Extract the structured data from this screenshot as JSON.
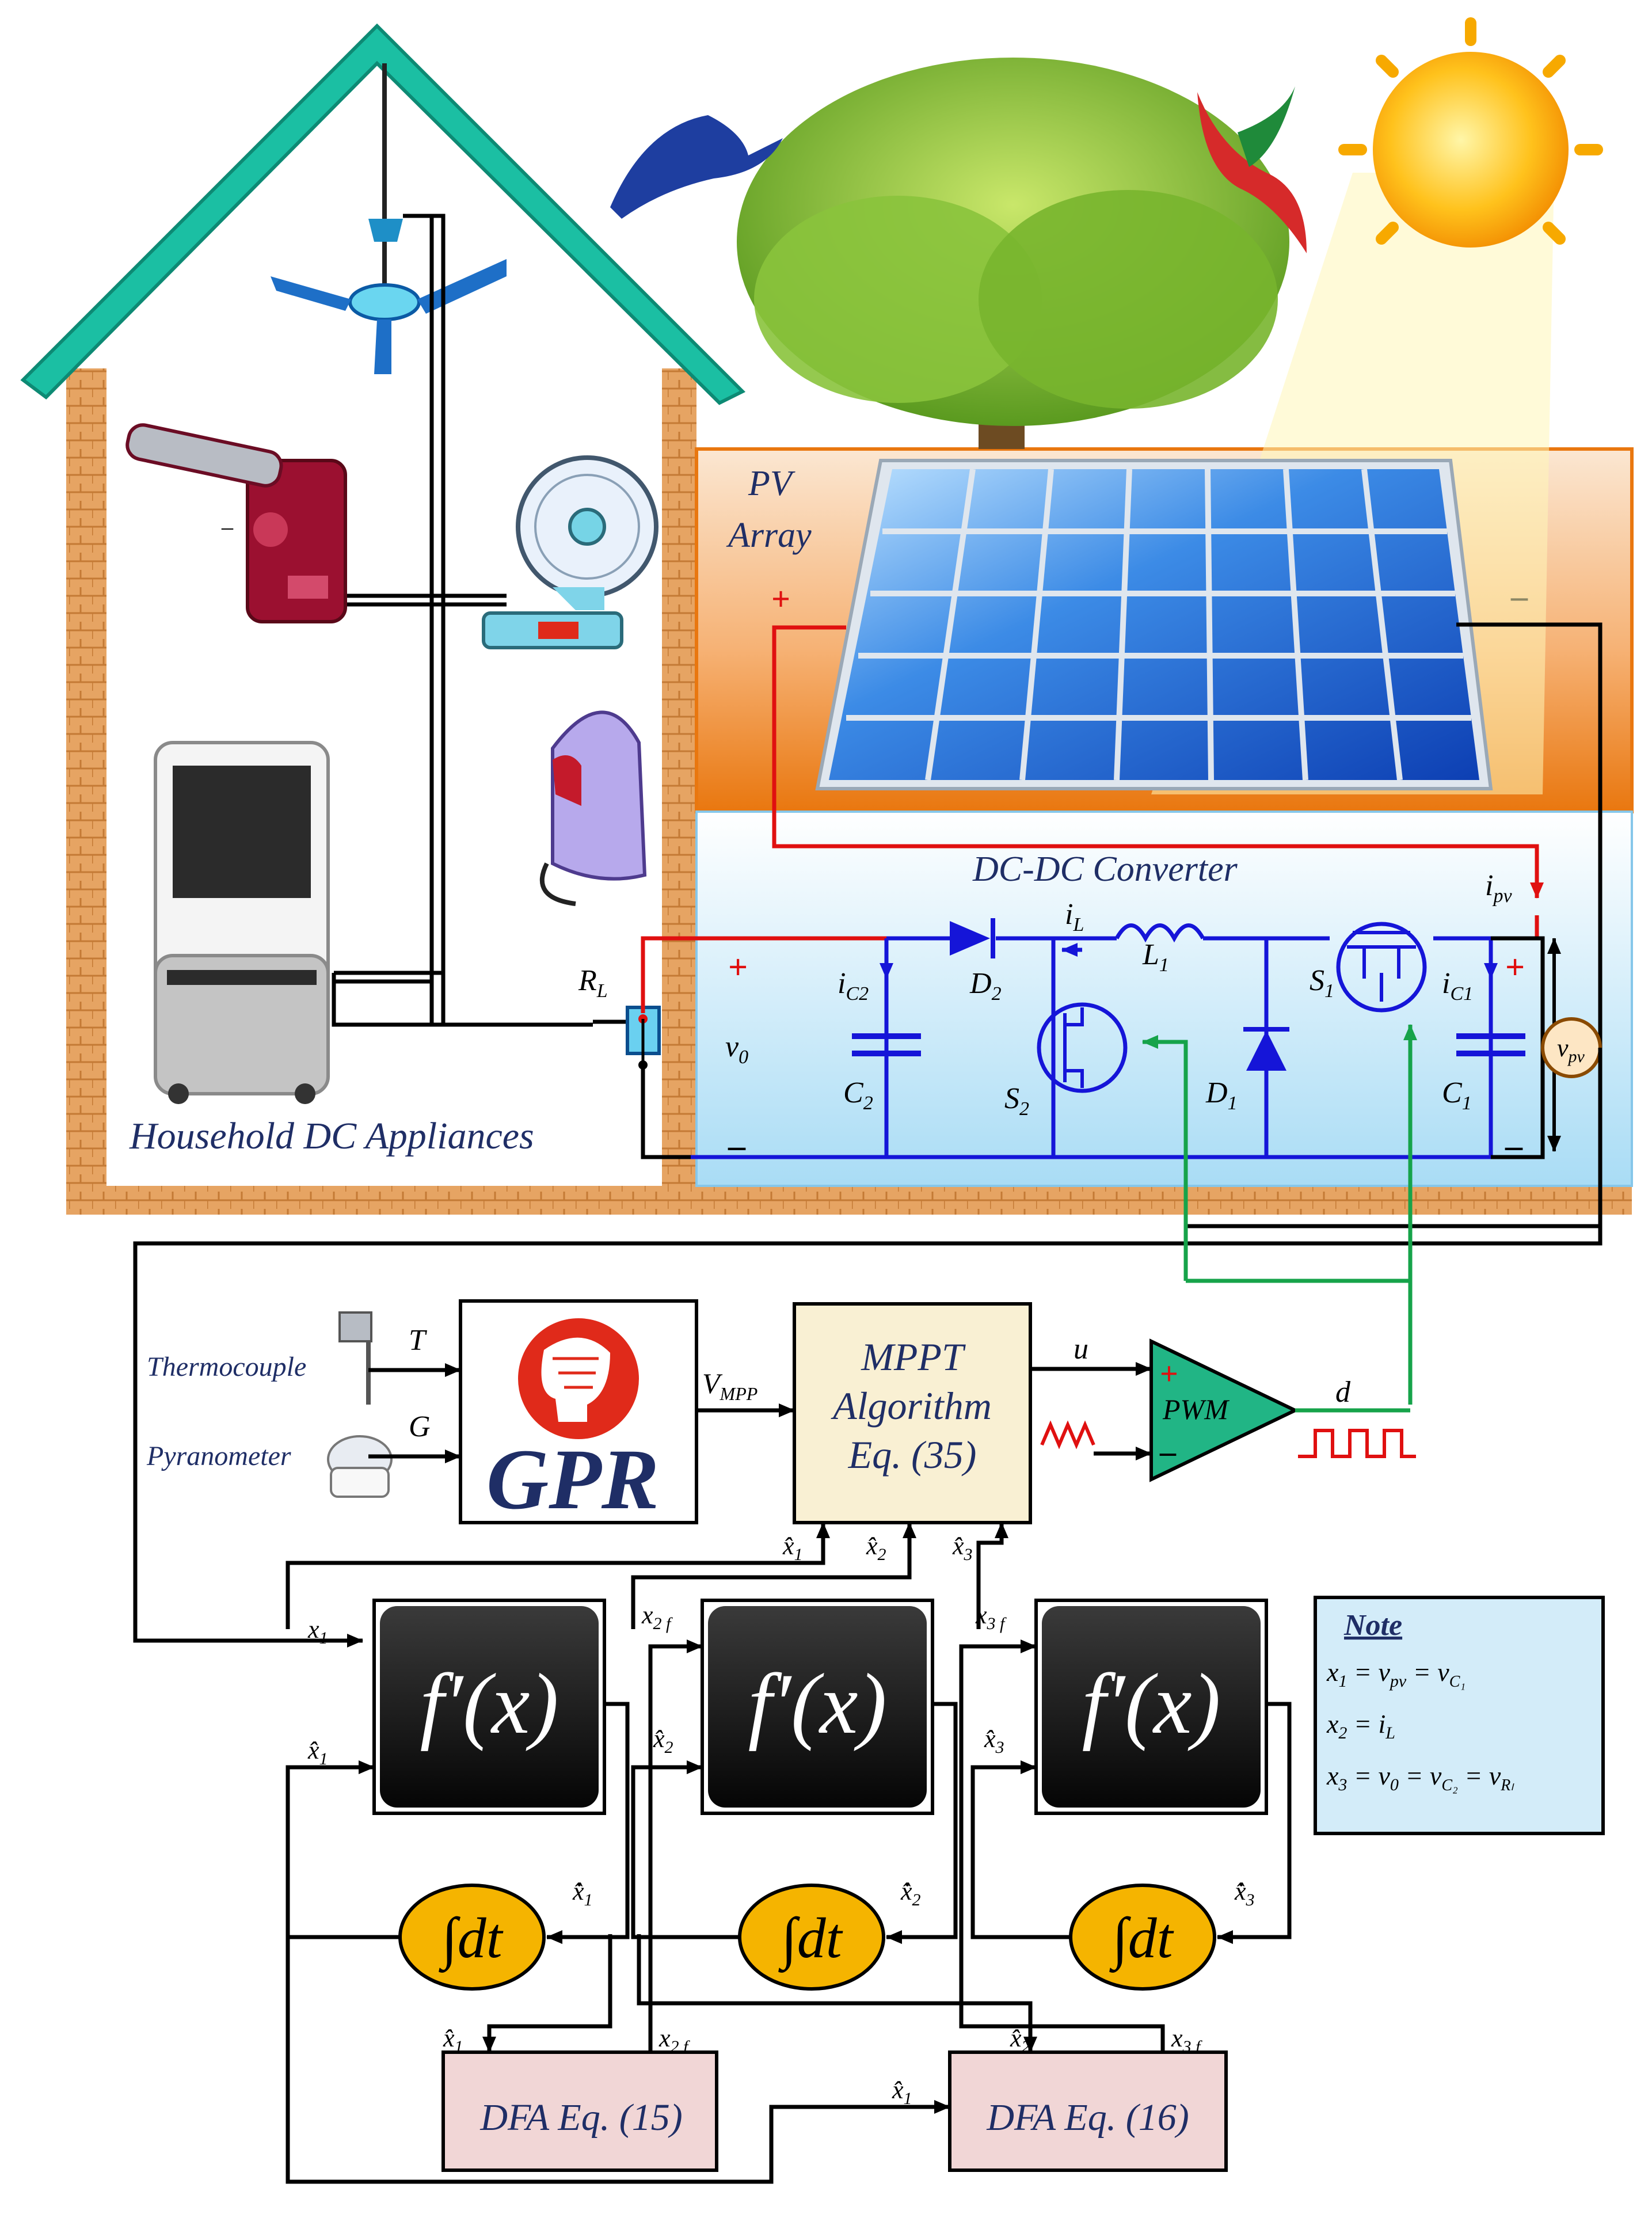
{
  "house": {
    "appliances_label": "Household DC Appliances",
    "load_label": "R",
    "load_sub": "L"
  },
  "pv": {
    "label_line1": "PV",
    "label_line2": "Array",
    "plus": "+",
    "minus": "–",
    "current_label": "i",
    "current_sub": "pv"
  },
  "converter": {
    "title": "DC-DC Converter",
    "components": {
      "D2": "D",
      "D2_sub": "2",
      "D1": "D",
      "D1_sub": "1",
      "L1": "L",
      "L1_sub": "1",
      "S1": "S",
      "S1_sub": "1",
      "S2": "S",
      "S2_sub": "2",
      "C1": "C",
      "C1_sub": "1",
      "C2": "C",
      "C2_sub": "2",
      "iL": "i",
      "iL_sub": "L",
      "iC1": "i",
      "iC1_sub": "C1",
      "iC2": "i",
      "iC2_sub": "C2",
      "v0": "v",
      "v0_sub": "0",
      "vpv": "v",
      "vpv_sub": "pv"
    },
    "plus": "+",
    "minus": "–"
  },
  "sensors": {
    "thermocouple": "Thermocouple",
    "pyranometer": "Pyranometer",
    "T": "T",
    "G": "G"
  },
  "gpr": {
    "label": "GPR",
    "output": "V",
    "output_sub": "MPP"
  },
  "mppt": {
    "line1": "MPPT",
    "line2": "Algorithm",
    "line3": "Eq. (35)",
    "output": "u"
  },
  "pwm": {
    "label": "PWM",
    "plus": "+",
    "minus": "–",
    "output": "d"
  },
  "observer": {
    "block_label": "f′(x)",
    "integrator_label": "∫dt",
    "x1": "x",
    "x1_sub": "1",
    "x2f": "x",
    "x2f_sub": "2 f",
    "x3f": "x",
    "x3f_sub": "3 f",
    "x1hat": "x̂",
    "x1hat_sub": "1",
    "x2hat": "x̂",
    "x2hat_sub": "2",
    "x3hat": "x̂",
    "x3hat_sub": "3",
    "x1hatdot": "x̂̇",
    "x2hatdot": "x̂̇",
    "x3hatdot": "x̂̇",
    "dfa15": "DFA Eq. (15)",
    "dfa16": "DFA Eq. (16)"
  },
  "note": {
    "title": "Note",
    "line1": {
      "a": "x",
      "a_sub": "1",
      "eq": " = v",
      "b_sub": "pv",
      "eq2": " = v",
      "c_sub": "C₁"
    },
    "line2": {
      "a": "x",
      "a_sub": "2",
      "eq": " = i",
      "b_sub": "L"
    },
    "line3": {
      "a": "x",
      "a_sub": "3",
      "eq": " = v",
      "b_sub": "0",
      "eq2": " = v",
      "c_sub": "C₂",
      "eq3": " = v",
      "d_sub": "Rₗ"
    }
  },
  "colors": {
    "roof": "#1bbfa3",
    "wall": "#e09a52",
    "pv_bg": "#f08a2a",
    "converter_bg": "#cfeaf8",
    "gpr_logo": "#e02a1a",
    "mppt_bg": "#f9f0d3",
    "pwm": "#21b585",
    "integrator": "#f5b400",
    "dfa_bg": "#f1d6d6",
    "note_bg": "#d3ecf9",
    "black_block": "#111111"
  }
}
